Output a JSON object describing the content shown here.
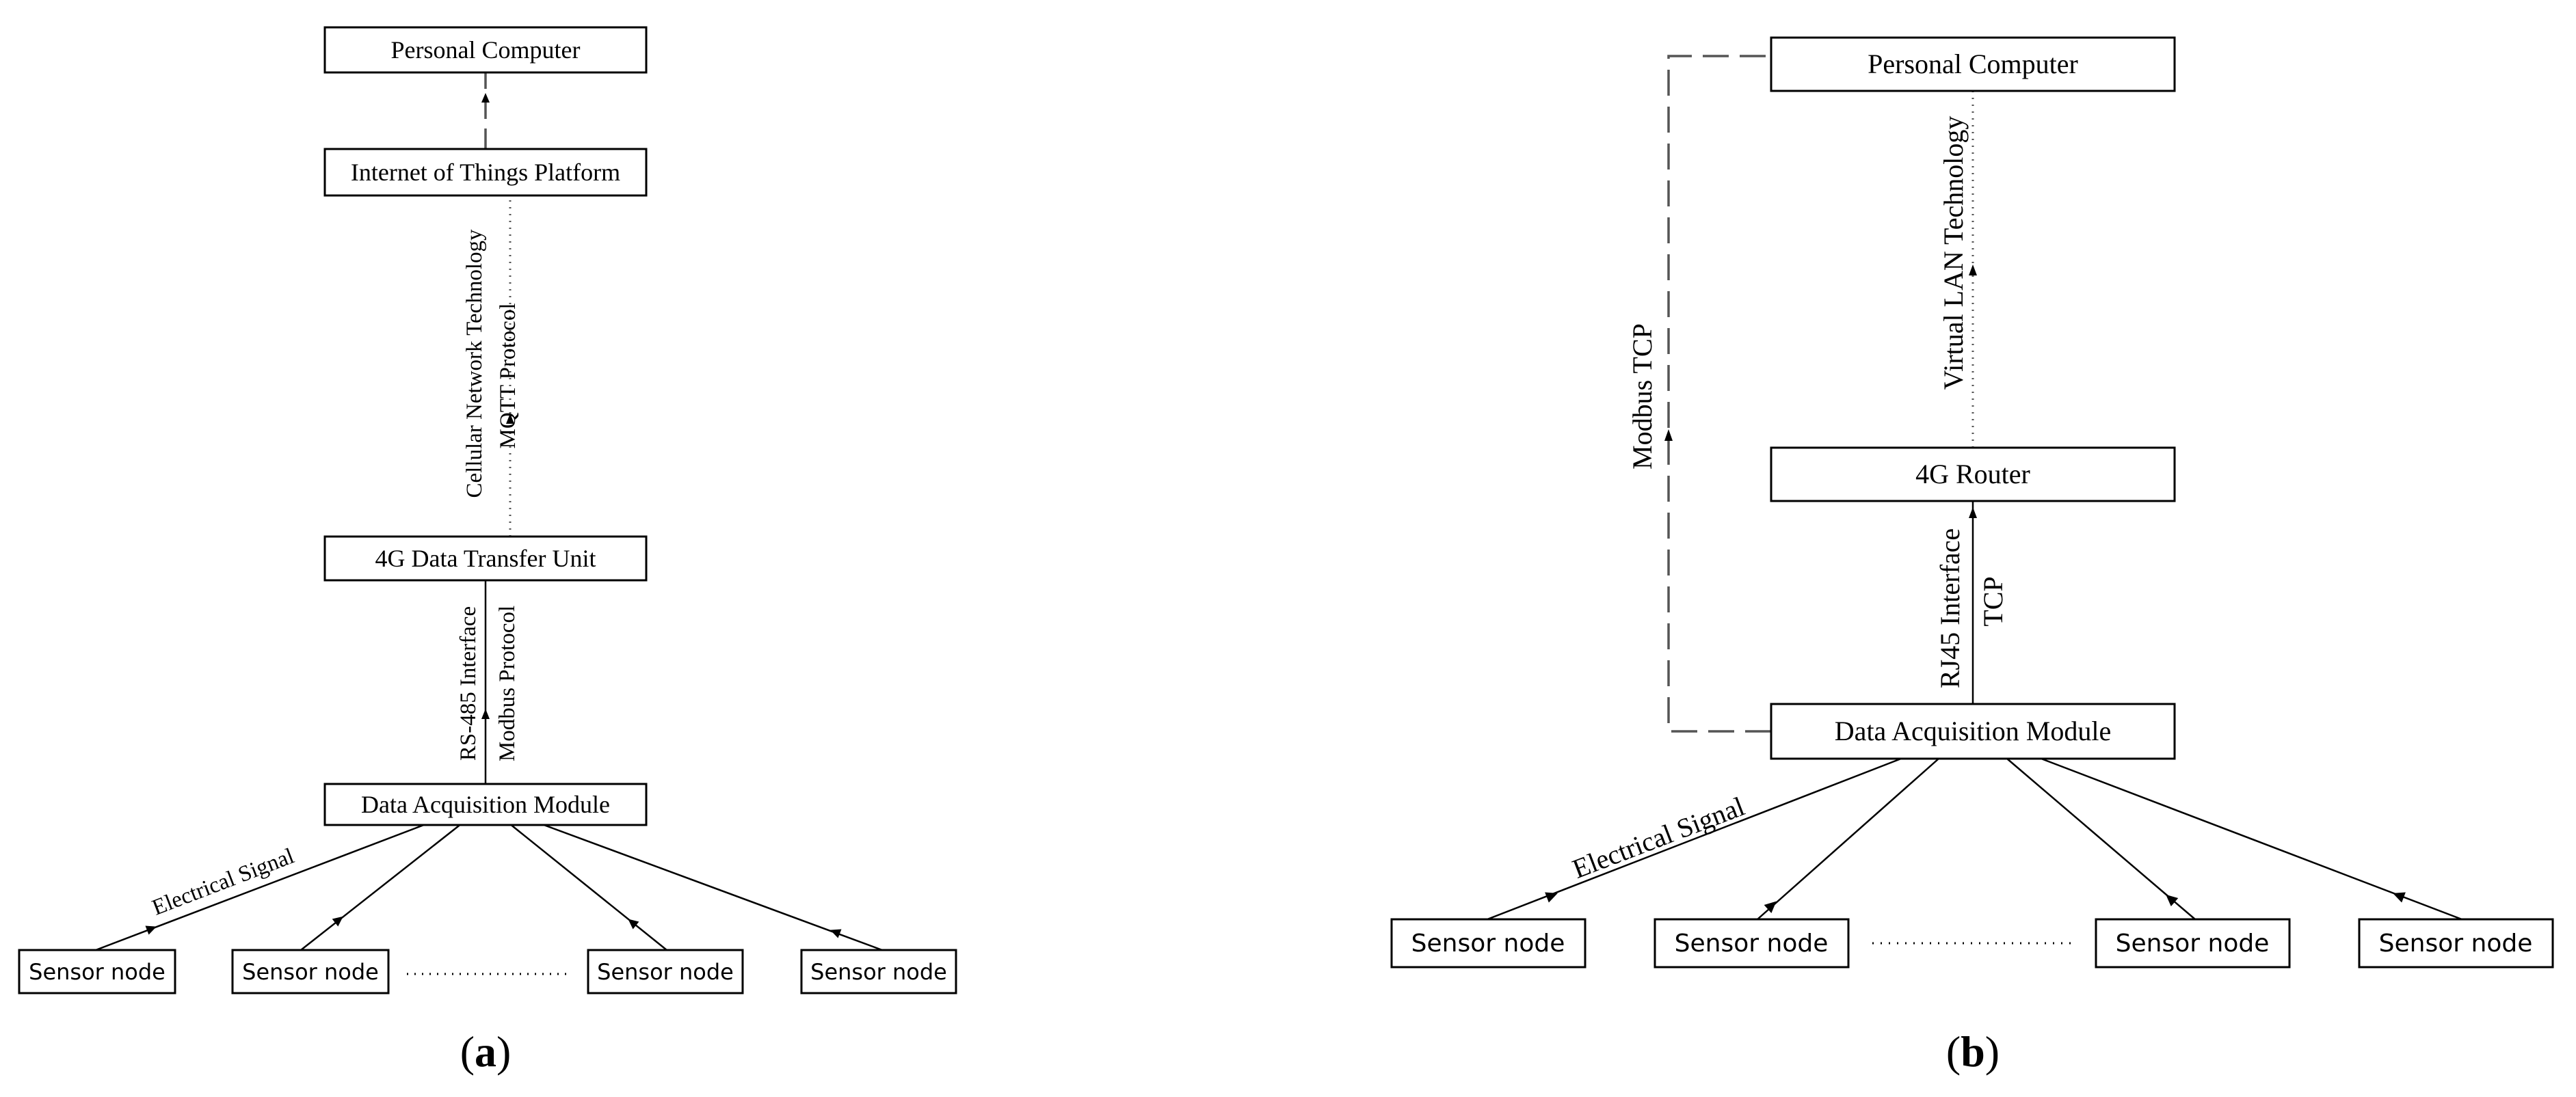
{
  "panel_a": {
    "nodes": {
      "personal_computer": "Personal Computer",
      "iot_platform": "Internet of Things Platform",
      "dtu": "4G Data Transfer Unit",
      "daq": "Data Acquisition Module",
      "sensor_1": "Sensor node",
      "sensor_2": "Sensor node",
      "sensor_3": "Sensor node",
      "sensor_4": "Sensor node"
    },
    "links": {
      "cellular": "Cellular Network Technology",
      "mqtt": "MQTT Protocol",
      "rs485": "RS-485 Interface",
      "modbus": "Modbus Protocol",
      "electrical_signal": "Electrical Signal"
    },
    "caption": {
      "open": "(",
      "letter": "a",
      "close": ")"
    }
  },
  "panel_b": {
    "nodes": {
      "personal_computer": "Personal Computer",
      "router": "4G Router",
      "daq": "Data Acquisition Module",
      "sensor_1": "Sensor node",
      "sensor_2": "Sensor node",
      "sensor_3": "Sensor node",
      "sensor_4": "Sensor node"
    },
    "links": {
      "vlan": "Virtual LAN Technology",
      "modbus_tcp": "Modbus TCP",
      "rj45": "RJ45 Interface",
      "tcp": "TCP",
      "electrical_signal": "Electrical Signal"
    },
    "caption": {
      "open": "(",
      "letter": "b",
      "close": ")"
    }
  }
}
